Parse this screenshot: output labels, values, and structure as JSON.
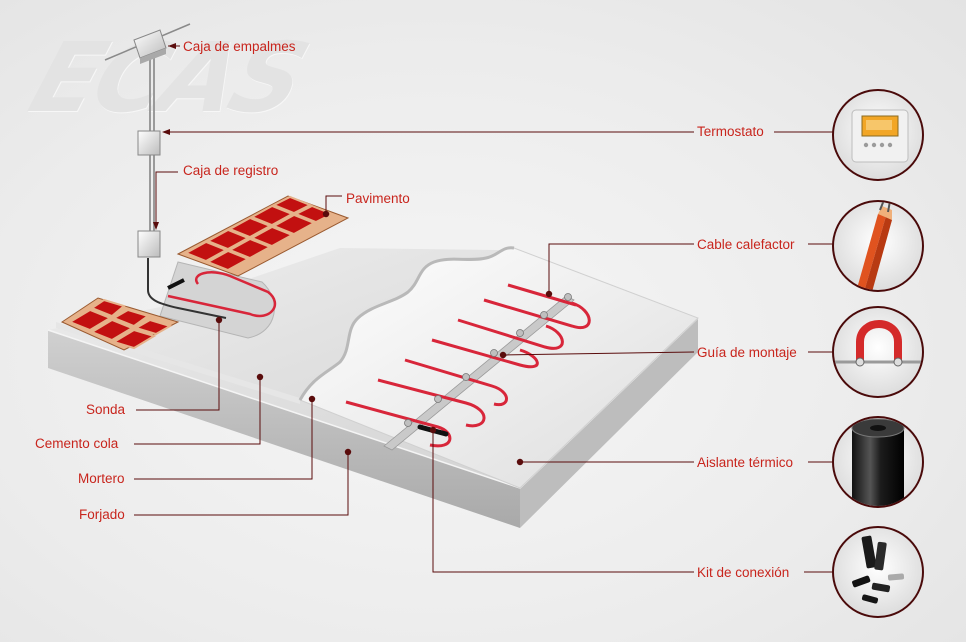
{
  "brand": {
    "logo_text": "ECAS"
  },
  "labels": {
    "caja_empalmes": "Caja de empalmes",
    "termostato": "Termostato",
    "caja_registro": "Caja de registro",
    "pavimento": "Pavimento",
    "cable_calefactor": "Cable calefactor",
    "guia_montaje": "Guía de montaje",
    "sonda": "Sonda",
    "cemento_cola": "Cemento cola",
    "mortero": "Mortero",
    "forjado": "Forjado",
    "aislante_termico": "Aislante térmico",
    "kit_conexion": "Kit de conexión"
  },
  "thumbnails": [
    {
      "name": "thermostat-thumbnail",
      "depicts": "thermostat-icon"
    },
    {
      "name": "cable-thumbnail",
      "depicts": "heating-cable-icon"
    },
    {
      "name": "guide-thumbnail",
      "depicts": "mounting-guide-icon"
    },
    {
      "name": "insulation-thumbnail",
      "depicts": "insulation-roll-icon"
    },
    {
      "name": "kit-thumbnail",
      "depicts": "connection-kit-icon"
    }
  ],
  "colors": {
    "label": "#c8251d",
    "leader": "#5a0c0c",
    "tile": "#c21010",
    "cable": "#d8263a"
  }
}
